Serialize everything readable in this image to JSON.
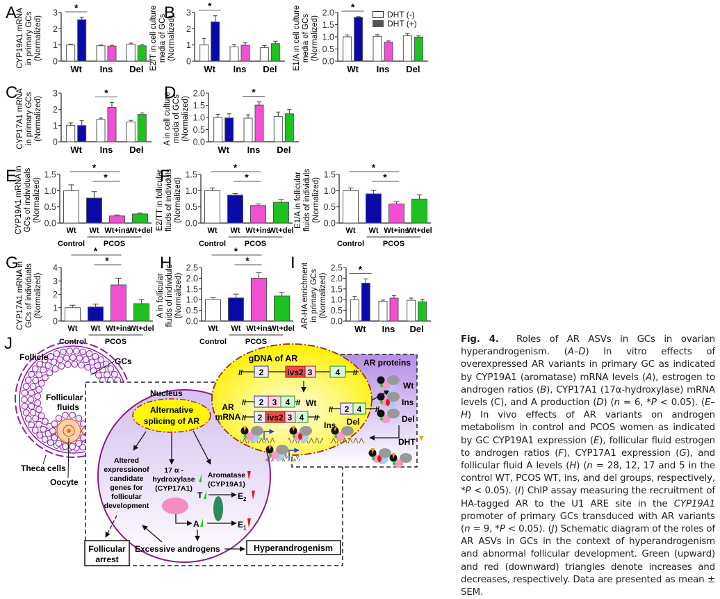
{
  "figure": {
    "colors": {
      "dht_minus": "#ffffff",
      "wt": "#0a0aa8",
      "ins": "#f24fd4",
      "del": "#1ec21e",
      "legend_dht_plus": "#555555",
      "axis": "#222222"
    },
    "legend": {
      "items": [
        "DHT (-)",
        "DHT (+)"
      ]
    }
  },
  "chart_data": [
    {
      "id": "A",
      "letter": "A",
      "type": "bar",
      "ylabel": [
        "CYP19A1 mRNA",
        "in primary GCs",
        "(Normalized)"
      ],
      "ylim": [
        0,
        3
      ],
      "yticks": [
        "0",
        "1",
        "2",
        "3"
      ],
      "categories": [
        "Wt",
        "Ins",
        "Del"
      ],
      "series": [
        {
          "name": "DHT (-)",
          "values": [
            1.0,
            0.95,
            1.05
          ],
          "err": [
            0.05,
            0.04,
            0.06
          ]
        },
        {
          "name": "DHT (+)",
          "values": [
            2.55,
            0.93,
            0.95
          ],
          "err": [
            0.15,
            0.05,
            0.07
          ]
        }
      ],
      "significance": [
        {
          "label": "*",
          "from": 0,
          "to": 0
        }
      ]
    },
    {
      "id": "B",
      "letter": "B",
      "type": "bar",
      "ylabel": [
        "E2/T in cell culture",
        "media of GCs",
        "(Normalized)"
      ],
      "ylim": [
        0,
        3
      ],
      "yticks": [
        "0",
        "1",
        "2",
        "3"
      ],
      "categories": [
        "Wt",
        "Ins",
        "Del"
      ],
      "series": [
        {
          "name": "DHT (-)",
          "values": [
            1.0,
            0.88,
            0.83
          ],
          "err": [
            0.4,
            0.15,
            0.13
          ]
        },
        {
          "name": "DHT (+)",
          "values": [
            2.42,
            0.98,
            1.08
          ],
          "err": [
            0.38,
            0.15,
            0.15
          ]
        }
      ],
      "significance": [
        {
          "label": "*",
          "from": 0,
          "to": 0
        }
      ]
    },
    {
      "id": "B2",
      "letter": "",
      "type": "bar",
      "ylabel": [
        "E1/A in cell culture",
        "media of GCs",
        "(Normalized)"
      ],
      "ylim": [
        0,
        2
      ],
      "yticks": [
        "0.0",
        "0.5",
        "1.0",
        "1.5",
        "2.0"
      ],
      "categories": [
        "Wt",
        "Ins",
        "Del"
      ],
      "series": [
        {
          "name": "DHT (-)",
          "values": [
            1.0,
            1.02,
            1.04
          ],
          "err": [
            0.08,
            0.07,
            0.1
          ]
        },
        {
          "name": "DHT (+)",
          "values": [
            1.8,
            0.78,
            0.99
          ],
          "err": [
            0.03,
            0.05,
            0.05
          ]
        }
      ],
      "significance": [
        {
          "label": "*",
          "from": 0,
          "to": 0
        }
      ]
    },
    {
      "id": "C",
      "letter": "C",
      "type": "bar",
      "ylabel": [
        "CYP17A1 mRNA",
        "in primary GCs",
        "(Normalized)"
      ],
      "ylim": [
        0,
        3
      ],
      "yticks": [
        "0",
        "1",
        "2",
        "3"
      ],
      "categories": [
        "Wt",
        "Ins",
        "Del"
      ],
      "series": [
        {
          "name": "DHT (-)",
          "values": [
            1.0,
            1.37,
            1.22
          ],
          "err": [
            0.16,
            0.09,
            0.1
          ]
        },
        {
          "name": "DHT (+)",
          "values": [
            1.0,
            2.12,
            1.69
          ],
          "err": [
            0.3,
            0.3,
            0.09
          ]
        }
      ],
      "significance": [
        {
          "label": "*",
          "from": 1,
          "to": 1
        }
      ]
    },
    {
      "id": "D",
      "letter": "D",
      "type": "bar",
      "ylabel": [
        "A in cell culture",
        "media of GCs",
        "(Normalized)"
      ],
      "ylim": [
        0,
        2
      ],
      "yticks": [
        "0.0",
        "0.5",
        "1.0",
        "1.5",
        "2.0"
      ],
      "categories": [
        "Wt",
        "Ins",
        "Del"
      ],
      "series": [
        {
          "name": "DHT (-)",
          "values": [
            1.0,
            0.97,
            1.04
          ],
          "err": [
            0.13,
            0.14,
            0.18
          ]
        },
        {
          "name": "DHT (+)",
          "values": [
            0.98,
            1.51,
            1.15
          ],
          "err": [
            0.17,
            0.13,
            0.18
          ]
        }
      ],
      "significance": [
        {
          "label": "*",
          "from": 1,
          "to": 1
        }
      ]
    },
    {
      "id": "E",
      "letter": "E",
      "type": "bar",
      "ylabel": [
        "CYP19A1 mRNA in",
        "GCs of individuals",
        "(Normalized)"
      ],
      "ylim": [
        0,
        1.5
      ],
      "yticks": [
        "0.0",
        "0.5",
        "1.0",
        "1.5"
      ],
      "categories": [
        "Wt",
        "Wt",
        "Wt+ins",
        "Wt+del"
      ],
      "groups": {
        "control": "Control",
        "pcos": "PCOS"
      },
      "series": [
        {
          "name": "groups",
          "values": [
            1.0,
            0.77,
            0.22,
            0.28
          ],
          "err": [
            0.18,
            0.2,
            0.03,
            0.03
          ]
        }
      ],
      "significance": [
        {
          "label": "*",
          "from": 0,
          "to": 2
        },
        {
          "label": "*",
          "from": 1,
          "to": 2
        }
      ]
    },
    {
      "id": "F",
      "letter": "F",
      "type": "bar",
      "ylabel": [
        "E2/TT in follicular",
        "fluids of individuls",
        "(Normalized)"
      ],
      "ylim": [
        0,
        1.5
      ],
      "yticks": [
        "0.0",
        "0.5",
        "1.0",
        "1.5"
      ],
      "categories": [
        "Wt",
        "Wt",
        "Wt+ins",
        "Wt+del"
      ],
      "groups": {
        "control": "Control",
        "pcos": "PCOS"
      },
      "series": [
        {
          "name": "groups",
          "values": [
            1.0,
            0.86,
            0.54,
            0.64
          ],
          "err": [
            0.08,
            0.05,
            0.05,
            0.09
          ]
        }
      ],
      "significance": [
        {
          "label": "*",
          "from": 0,
          "to": 2
        },
        {
          "label": "*",
          "from": 1,
          "to": 2
        }
      ]
    },
    {
      "id": "F2",
      "letter": "",
      "type": "bar",
      "ylabel": [
        "E1/A in follicular",
        "fluids of individuls",
        "(Normalized)"
      ],
      "ylim": [
        0,
        1.5
      ],
      "yticks": [
        "0.0",
        "0.5",
        "1.0",
        "1.5"
      ],
      "categories": [
        "Wt",
        "Wt",
        "Wt+ins",
        "Wt+del"
      ],
      "groups": {
        "control": "Control",
        "pcos": "PCOS"
      },
      "series": [
        {
          "name": "groups",
          "values": [
            1.0,
            0.9,
            0.59,
            0.74
          ],
          "err": [
            0.08,
            0.11,
            0.07,
            0.13
          ]
        }
      ],
      "significance": [
        {
          "label": "*",
          "from": 0,
          "to": 2
        },
        {
          "label": "*",
          "from": 1,
          "to": 2
        }
      ]
    },
    {
      "id": "G",
      "letter": "G",
      "type": "bar",
      "ylabel": [
        "CYP17A1 mRNA in",
        "GCs of individuals",
        "(Normalized)"
      ],
      "ylim": [
        0,
        4
      ],
      "yticks": [
        "0",
        "1",
        "2",
        "3",
        "4"
      ],
      "categories": [
        "Wt",
        "Wt",
        "Wt+ins",
        "Wt+del"
      ],
      "groups": {
        "control": "Control",
        "pcos": "PCOS"
      },
      "series": [
        {
          "name": "groups",
          "values": [
            1.0,
            1.05,
            2.7,
            1.3
          ],
          "err": [
            0.18,
            0.22,
            0.5,
            0.3
          ]
        }
      ],
      "significance": [
        {
          "label": "*",
          "from": 0,
          "to": 2
        },
        {
          "label": "*",
          "from": 1,
          "to": 2
        }
      ]
    },
    {
      "id": "H",
      "letter": "H",
      "type": "bar",
      "ylabel": [
        "A in follicular",
        "fluids of individuls",
        "(Normalized)"
      ],
      "ylim": [
        0,
        2.5
      ],
      "yticks": [
        "0.0",
        "0.5",
        "1.0",
        "1.5",
        "2.0",
        "2.5"
      ],
      "categories": [
        "Wt",
        "Wt",
        "Wt+ins",
        "Wt+del"
      ],
      "groups": {
        "control": "Control",
        "pcos": "PCOS"
      },
      "series": [
        {
          "name": "groups",
          "values": [
            1.0,
            1.08,
            2.0,
            1.17
          ],
          "err": [
            0.1,
            0.18,
            0.26,
            0.16
          ]
        }
      ],
      "significance": [
        {
          "label": "*",
          "from": 0,
          "to": 2
        },
        {
          "label": "*",
          "from": 1,
          "to": 2
        }
      ]
    },
    {
      "id": "I",
      "letter": "I",
      "type": "bar",
      "ylabel": [
        "AR-HA enrichment",
        "in primary GCs",
        "(Normalized)"
      ],
      "ylim": [
        0,
        2.5
      ],
      "yticks": [
        "0.0",
        "0.5",
        "1.0",
        "1.5",
        "2.0",
        "2.5"
      ],
      "categories": [
        "Wt",
        "Ins",
        "Del"
      ],
      "series": [
        {
          "name": "DHT (-)",
          "values": [
            1.0,
            0.92,
            0.97
          ],
          "err": [
            0.15,
            0.06,
            0.1
          ]
        },
        {
          "name": "DHT (+)",
          "values": [
            1.77,
            1.07,
            0.9
          ],
          "err": [
            0.2,
            0.12,
            0.12
          ]
        }
      ],
      "significance": [
        {
          "label": "*",
          "from": 0,
          "to": 0
        }
      ]
    }
  ],
  "diagram": {
    "letter": "J",
    "follicle": "Follicle",
    "gcs": "GCs",
    "follicular_fluids": [
      "Follicular",
      "fluids"
    ],
    "theca_cells": "Theca cells",
    "oocyte": "Oocyte",
    "nucleus": "Nucleus",
    "alt_splicing": [
      "Alternative",
      "splicing of AR"
    ],
    "altered_expr": [
      "Altered",
      "expressionof",
      "candidate",
      "genes for",
      "follicular",
      "development"
    ],
    "hydroxylase": [
      "17 α -",
      "hydroxylase",
      "(CYP17A1)"
    ],
    "aromatase": [
      "Aromatase",
      "(CYP19A1)"
    ],
    "T": "T",
    "A": "A",
    "E2": "E",
    "E2_sub": "2",
    "E1": "E",
    "E1_sub": "1",
    "excessive_androgens": "Excessive androgens",
    "hyperandrogenism": "Hyperandrogenism",
    "follicular_arrest": [
      "Follicular",
      "arrest"
    ],
    "gdna_title": "gDNA of AR",
    "exon2": "2",
    "ivs2": "ivs2",
    "exon3": "3",
    "exon4": "4",
    "ar_mrna": [
      "AR",
      "mRNA"
    ],
    "wt": "Wt",
    "ins": "Ins",
    "del": "Del",
    "ar_proteins": "AR proteins",
    "dht": "DHT"
  },
  "caption": {
    "fig_label": "Fig. 4.",
    "title": "Roles of AR ASVs in GCs in ovarian hyperandrogenism.",
    "p1a": "(",
    "p1b": "A–D",
    "p1c": ") In vitro effects of overexpressed AR variants in primary GC as indicated by CYP19A1 (aromatase) mRNA levels (",
    "p1d": "A",
    "p1e": "), estrogen to androgen ratios (",
    "p1f": "B",
    "p1g": "), CYP17A1 (17α-hydroxylase) mRNA levels (C), and A production (",
    "p1h": "D",
    "p1i": ") (",
    "p1j": "n",
    "p1k": " = 6, *",
    "p1l": "P",
    "p1m": " < 0.05). (",
    "p2a": "E–H",
    "p2b": ") In vivo effects of AR variants on androgen metabolism in control and PCOS women as indicated by GC CYP19A1 expression (",
    "p2c": "E",
    "p2d": "), follicular fluid estrogen to androgen ratios (",
    "p2e": "F",
    "p2f": "), CYP17A1 expression (",
    "p2g": "G",
    "p2h": "), and follicular fluid A levels (",
    "p2i": "H",
    "p2j": ") (",
    "p2k": "n",
    "p2l": " = 28, 12, 17 and 5 in the control WT, PCOS WT, ins, and del groups, respectively, *",
    "p2m": "P",
    "p2n": " < 0.05). (",
    "p3a": "I",
    "p3b": ") ChIP assay measuring the recruitment of HA-tagged AR to the U1 ARE site in the ",
    "p3c": "CYP19A1",
    "p3d": " promoter of primary GCs transduced with AR variants (",
    "p3e": "n",
    "p3f": " = 9, *",
    "p3g": "P",
    "p3h": " < 0.05). (",
    "p4a": "J",
    "p4b": ") Schematic diagram of the roles of AR ASVs in GCs in the context of hyperandrogenism and abnormal follicular development. Green (upward) and red (downward) triangles denote increases and decreases, respectively. Data are presented as mean ± SEM."
  }
}
